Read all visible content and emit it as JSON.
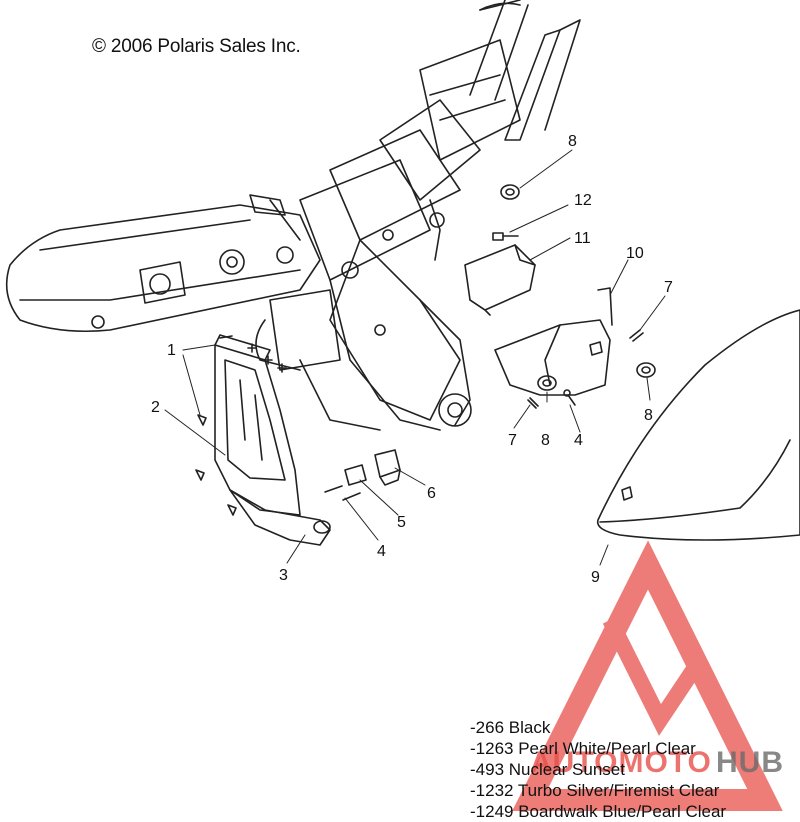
{
  "header": {
    "copyright": "© 2006 Polaris Sales Inc."
  },
  "callouts": {
    "c1": "1",
    "c2": "2",
    "c3": "3",
    "c4a": "4",
    "c4b": "4",
    "c5": "5",
    "c6": "6",
    "c7a": "7",
    "c7b": "7",
    "c8a": "8",
    "c8b": "8",
    "c8c": "8",
    "c9": "9",
    "c10": "10",
    "c11": "11",
    "c12": "12"
  },
  "color_codes": [
    "-266  Black",
    "-1263 Pearl White/Pearl Clear",
    "-493  Nuclear Sunset",
    "-1232 Turbo Silver/Firemist Clear",
    "-1249 Boardwalk Blue/Pearl Clear"
  ],
  "watermark": {
    "brand_left": "AUTOMOTO",
    "brand_right": "HUB",
    "color": "#e8504a",
    "icon": "triangle-logo-icon"
  },
  "colors": {
    "line": "#222222",
    "background": "#ffffff"
  }
}
